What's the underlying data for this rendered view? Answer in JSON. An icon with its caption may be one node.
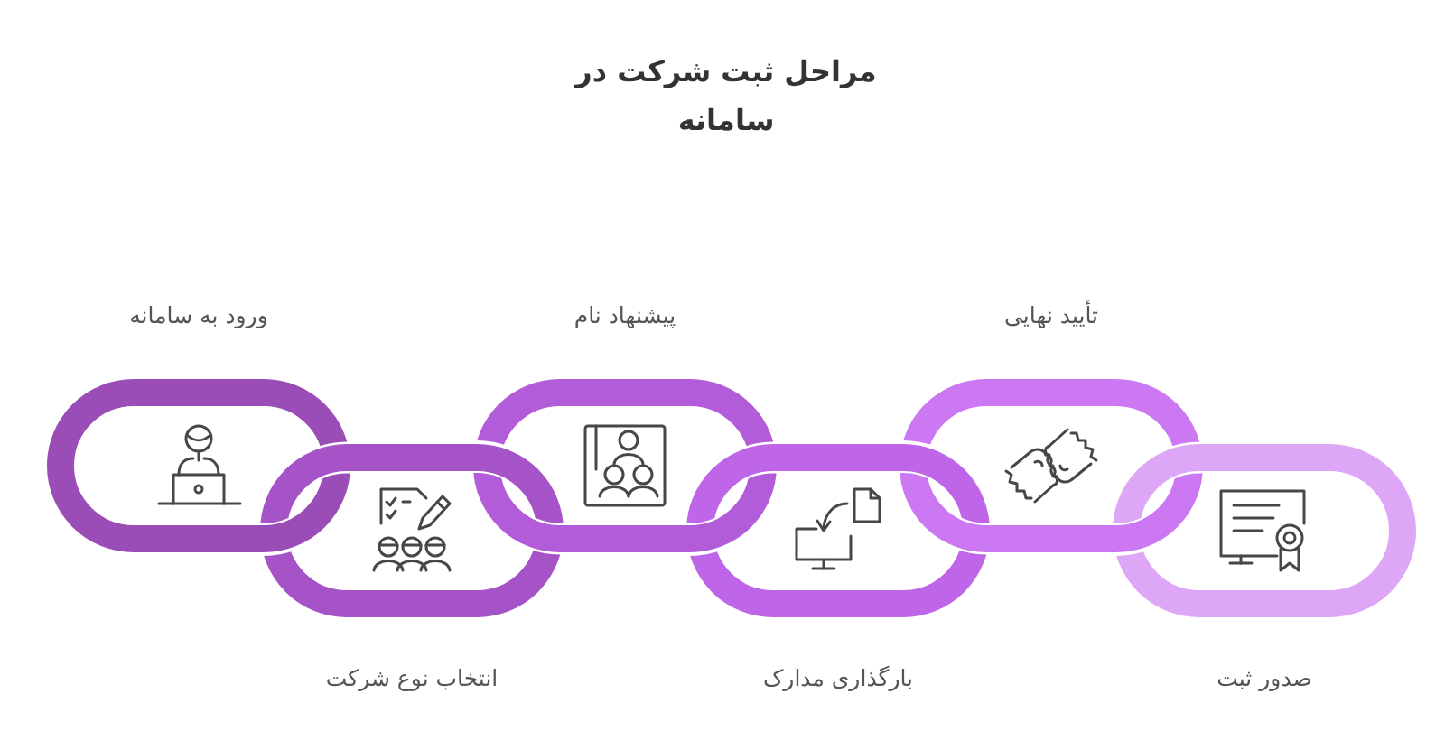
{
  "diagram": {
    "title": "مراحل ثبت شرکت در سامانه",
    "nodes": [
      {
        "text": [
          "ورود به سامانه"
        ]
      },
      {
        "text": [
          "انتخاب نوع شرکت"
        ]
      },
      {
        "text": [
          "پیشنهاد نام"
        ]
      },
      {
        "text": [
          "بارگذاری مدارک"
        ]
      },
      {
        "text": [
          "تأیید نهایی"
        ]
      },
      {
        "text": [
          "صدور ثبت"
        ]
      }
    ]
  }
}
